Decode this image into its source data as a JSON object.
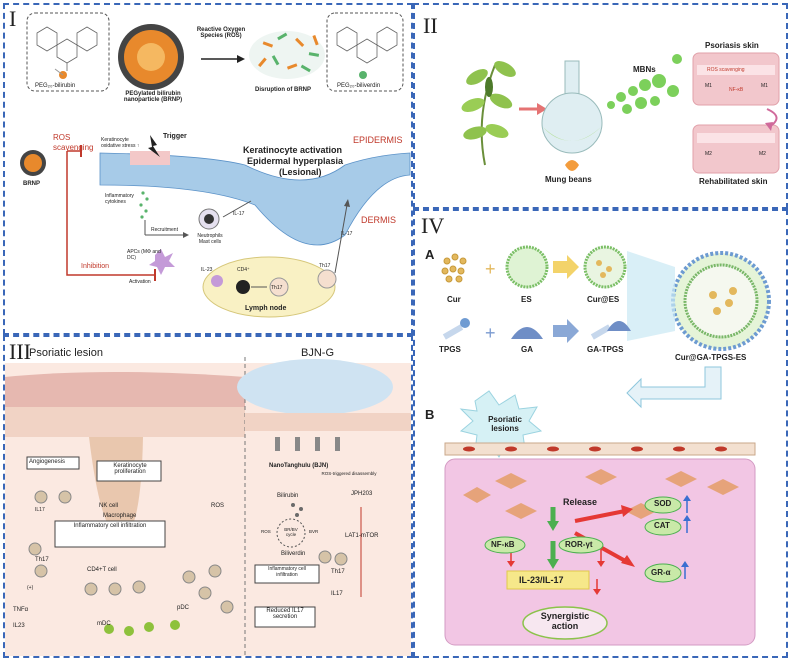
{
  "panel1": {
    "label": "I",
    "peg_bilirubin": "PEG₂₀-bilirubin",
    "brnp_name": "PEGylated bilirubin nanoparticle (BRNP)",
    "ros_arrow": "Reactive Oxygen Species (ROS)",
    "disruption": "Disruption of BRNP",
    "peg_biliverdin": "PEG₂₀-biliverdin",
    "ros_scavenging": "ROS scavenging",
    "trigger": "Trigger",
    "keratinocyte_stress": "Keratinocyte oxidative stress ↑",
    "brnp": "BRNP",
    "epidermis": "EPIDERMIS",
    "dermis": "DERMIS",
    "activation_title": "Keratinocyte activation",
    "hyperplasia": "Epidermal hyperplasia",
    "lesional": "(Lesional)",
    "inflammatory_cytokines": "Inflammatory cytokines",
    "recruitment": "Recruitment",
    "il17_a": "IL-17",
    "il17_b": "IL-17",
    "neutrophils": "Neutrophils Mast cells",
    "inhibition": "Inhibition",
    "apcs": "APCs (MΦ and DC)",
    "activation": "Activation",
    "il23": "IL-23",
    "cd4": "CD4⁺",
    "th17_a": "Th17",
    "th17_b": "Th17",
    "lymph_node": "Lymph node"
  },
  "panel2": {
    "label": "II",
    "mbns": "MBNs",
    "mung_beans": "Mung beans",
    "psoriasis_skin": "Psoriasis skin",
    "ros_scavenging": "ROS scavenging",
    "nfkb": "NF-κB",
    "m1": "M1",
    "m2": "M2",
    "rehabilitated": "Rehabilitated skin"
  },
  "panel3": {
    "label": "III",
    "psoriatic_lesion": "Psoriatic lesion",
    "bjn_g": "BJN-G",
    "angiogenesis": "Angiogenesis",
    "kerat_prolif": "Keratinocyte proliferation",
    "il17": "IL17",
    "ros": "ROS",
    "nk_cell": "NK cell",
    "macrophage": "Macrophage",
    "infl_infiltration": "Inflammatory cell infiltration",
    "th17": "Th17",
    "cd4_tcell": "CD4+T cell",
    "plus": "(+)",
    "tnfa": "TNFα",
    "il23": "IL23",
    "mdc": "mDC",
    "pdc": "pDC",
    "nanotanghulu": "NanoTanghulu (BJN)",
    "ros_disassembly": "ROS-triggered disassembly",
    "bilirubin": "Bilirubin",
    "jph203": "JPH203",
    "br_bv_cycle": "BR/BV cycle",
    "ros_small": "ROS",
    "bvr": "BVR",
    "biliverdin": "Biliverdin",
    "lat1": "LAT1-mTOR",
    "infl_infiltration_b": "Inflammatory cell infiltration",
    "th17_b": "Th17",
    "il17_b": "IL17",
    "reduced": "Reduced IL17 secretion"
  },
  "panel4": {
    "label": "IV",
    "a": "A",
    "b": "B",
    "cur": "Cur",
    "es": "ES",
    "cur_es": "Cur@ES",
    "tpgs": "TPGS",
    "ga": "GA",
    "ga_tpgs": "GA-TPGS",
    "final": "Cur@GA-TPGS-ES",
    "psoriatic_lesions": "Psoriatic lesions",
    "release": "Release",
    "sod": "SOD",
    "cat": "CAT",
    "nfkb": "NF-κB",
    "ror": "ROR-γt",
    "gr": "GR-α",
    "il23_il17": "IL-23/IL-17",
    "synergistic": "Synergistic action"
  },
  "colors": {
    "panel_border": "#3a67b8",
    "epidermis_red": "#c0392b",
    "ros_bar": "#f3c8c8",
    "nanoparticle_orange": "#e8892c",
    "green": "#6ab04c",
    "pink_tissue": "#f2c6e4"
  }
}
